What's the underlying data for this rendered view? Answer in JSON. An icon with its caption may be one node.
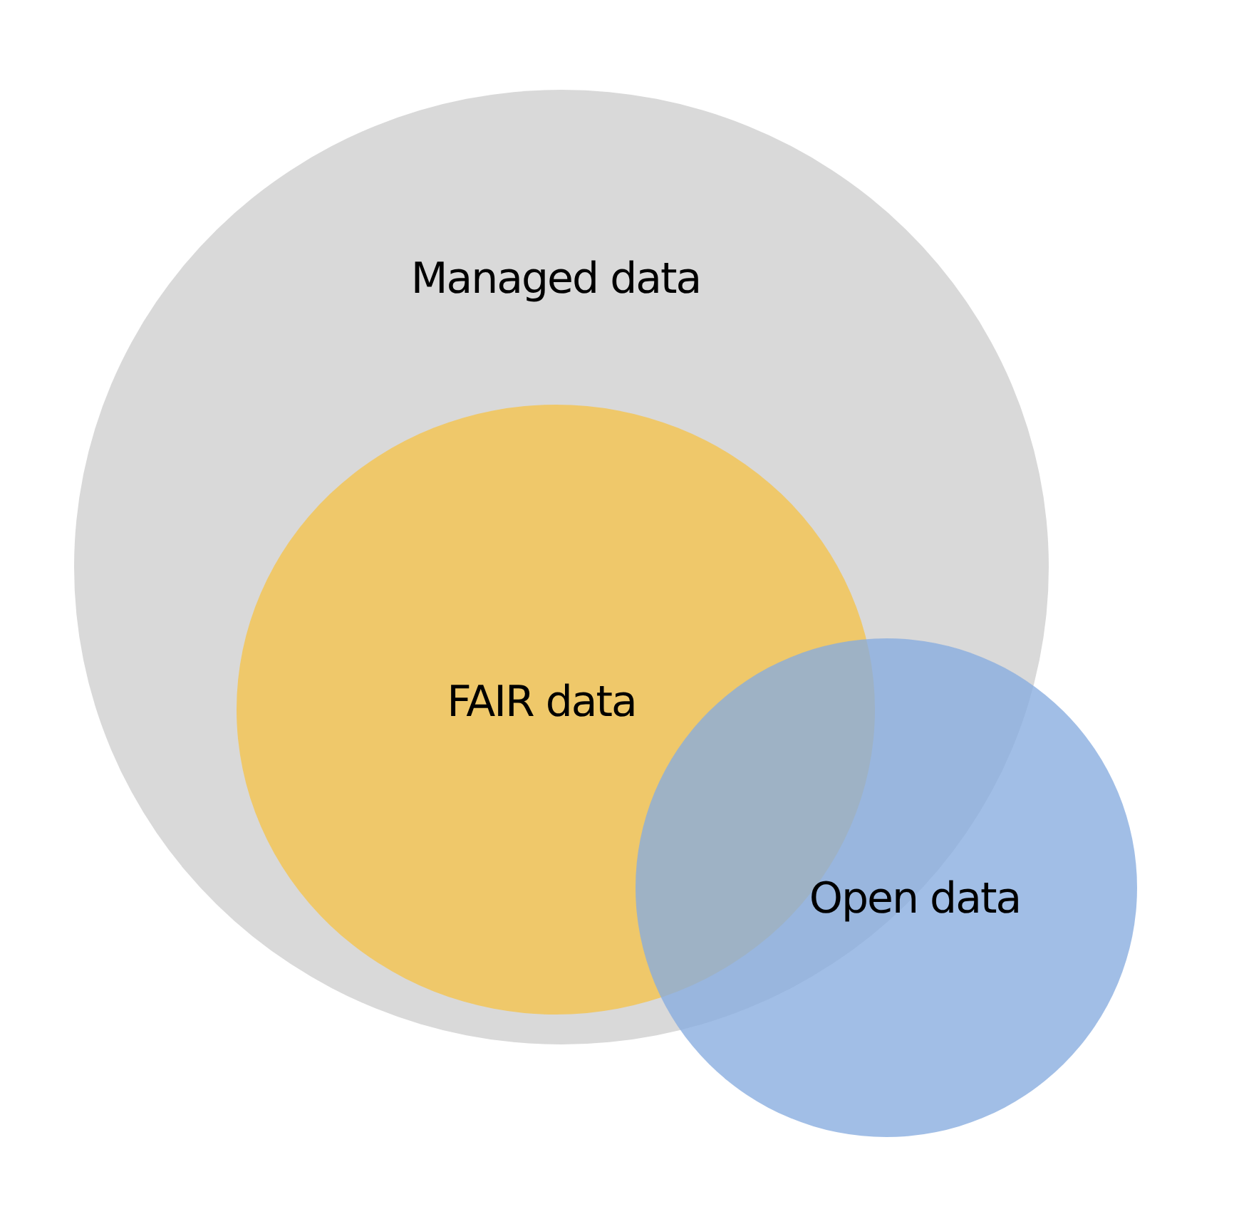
{
  "diagram": {
    "nodes": [
      {
        "text": [
          "Managed data"
        ]
      },
      {
        "text": [
          "FAIR data"
        ],
        "in": 0
      },
      {
        "text": [
          "Open data"
        ]
      }
    ]
  }
}
